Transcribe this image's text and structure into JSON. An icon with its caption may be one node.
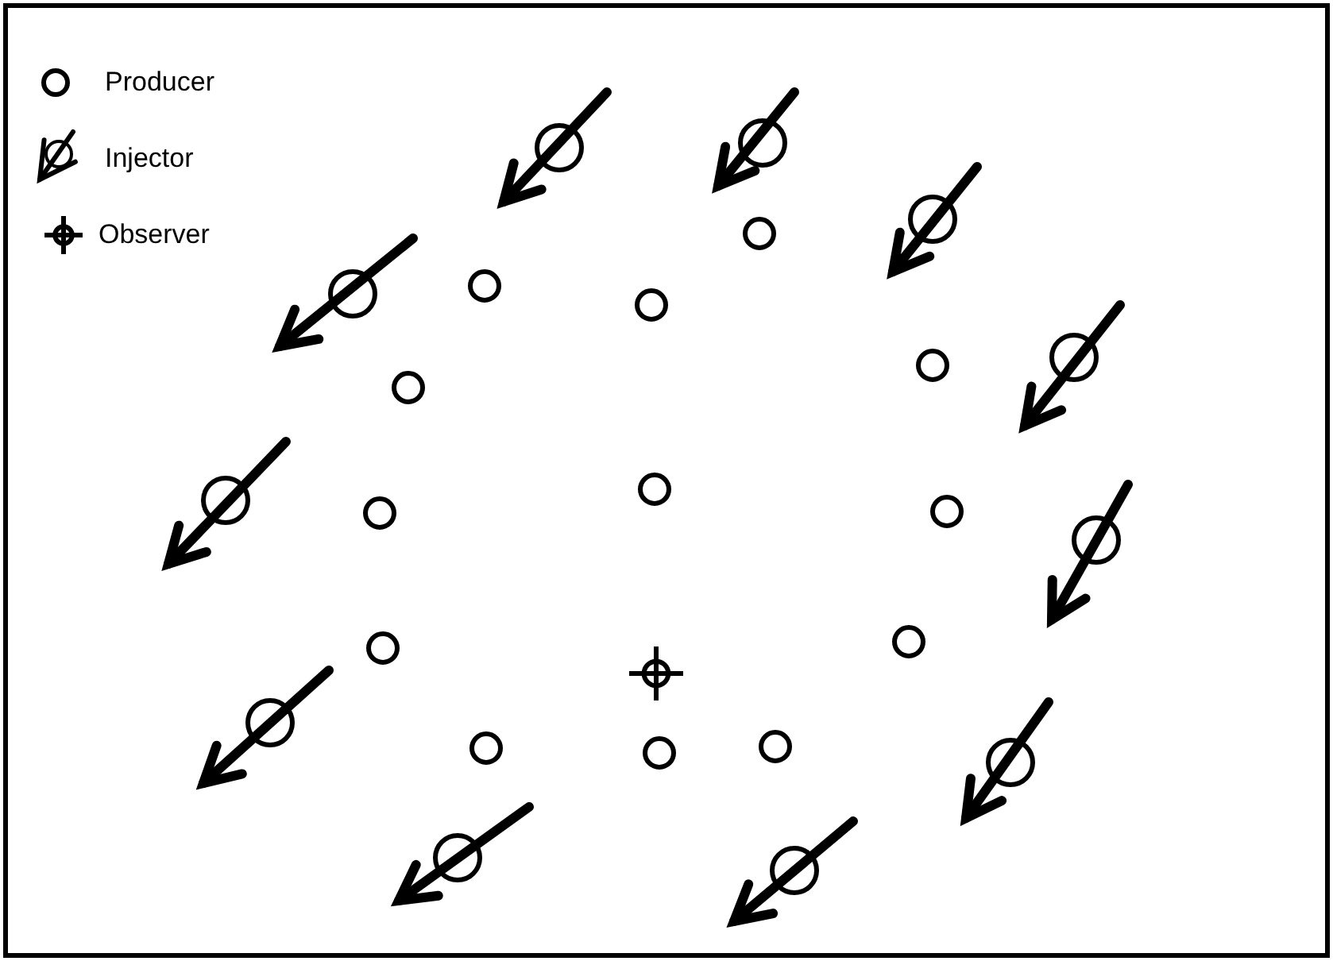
{
  "diagram": {
    "legend": [
      {
        "text": "Producer"
      },
      {
        "text": "Injector"
      },
      {
        "text": "Observer"
      }
    ]
  }
}
